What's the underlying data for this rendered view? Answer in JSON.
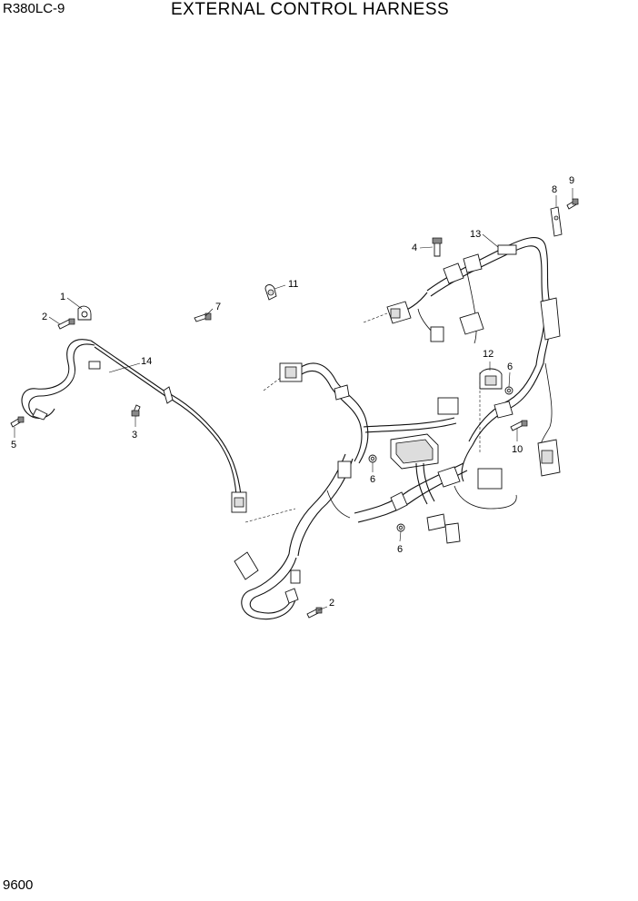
{
  "header": {
    "model": "R380LC-9",
    "title": "EXTERNAL CONTROL HARNESS"
  },
  "footer": {
    "page_number": "9600"
  },
  "callouts": {
    "c1": "1",
    "c2a": "2",
    "c2b": "2",
    "c3": "3",
    "c4": "4",
    "c5": "5",
    "c6a": "6",
    "c6b": "6",
    "c6c": "6",
    "c7": "7",
    "c8": "8",
    "c9": "9",
    "c10": "10",
    "c11": "11",
    "c12": "12",
    "c13": "13",
    "c14": "14"
  }
}
